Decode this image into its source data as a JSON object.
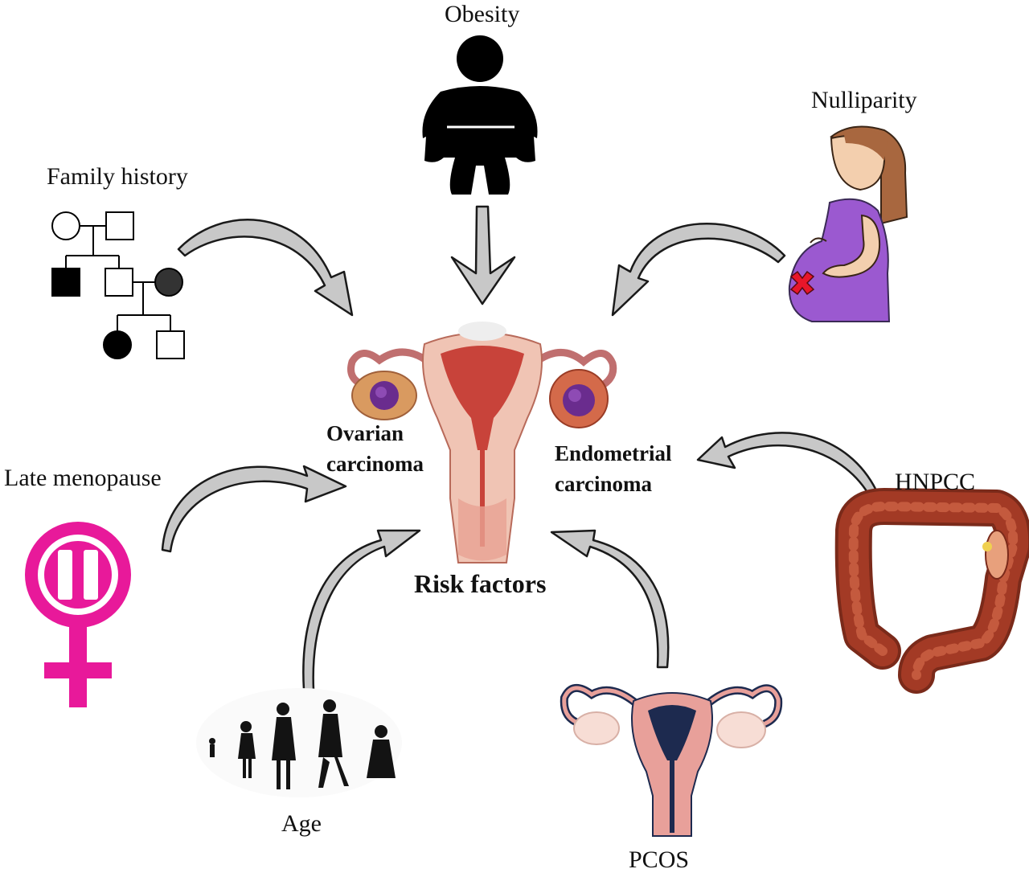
{
  "center": {
    "title": "Risk factors",
    "left_label": [
      "Ovarian",
      "carcinoma"
    ],
    "right_label": [
      "Endometrial",
      "carcinoma"
    ]
  },
  "factors": {
    "obesity": "Obesity",
    "nulliparity": "Nulliparity",
    "family_history": "Family history",
    "late_menopause": "Late menopause",
    "hnpcc": "HNPCC",
    "age": "Age",
    "pcos": "PCOS"
  },
  "colors": {
    "arrow_fill": "#c8c8c8",
    "arrow_stroke": "#1a1a1a",
    "menopause_magenta": "#e8199a",
    "nulliparity_dress": "#9b59d0",
    "nulliparity_hair": "#a8673f",
    "cross_red": "#e8162a",
    "uterus_red": "#c8433a",
    "uterus_pink": "#f0c4b4",
    "tumor_purple": "#6a2c8e",
    "colon_red": "#a33a25",
    "pcos_pink": "#e8a09a",
    "pcos_navy": "#1d2a4f"
  },
  "icons": [
    "silhouette-icon",
    "pregnant-woman-icon",
    "pedigree-icon",
    "female-pause-icon",
    "colon-icon",
    "age-silhouettes-icon",
    "pcos-uterus-icon",
    "uterus-icon"
  ]
}
